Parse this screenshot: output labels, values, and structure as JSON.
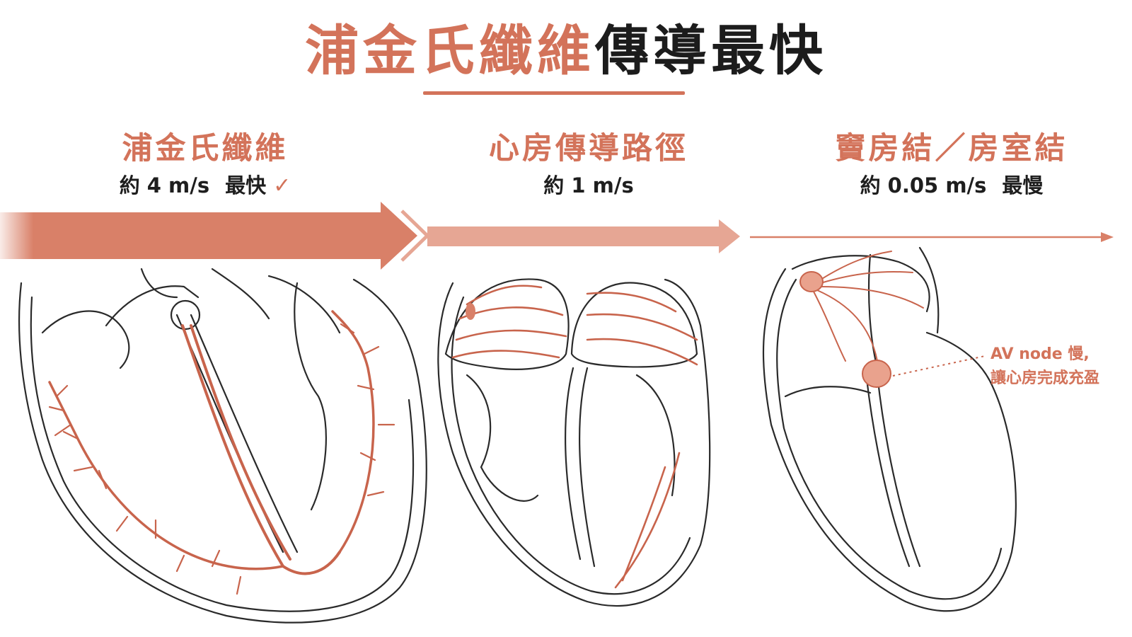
{
  "title": {
    "accent": "浦金氏纖維",
    "dark": "傳導最快"
  },
  "panels": [
    {
      "name": "浦金氏纖維",
      "speed": "約 4 m/s",
      "tag": "最快",
      "check": "✓"
    },
    {
      "name": "心房傳導路徑",
      "speed": "約 1 m/s"
    },
    {
      "name": "竇房結／房室結",
      "speed": "約 0.05 m/s",
      "tag": "最慢"
    }
  ],
  "annotation": {
    "line1": "AV node 慢,",
    "line2": "讓心房完成充盈"
  },
  "colors": {
    "accent": "#d3735a",
    "arrow_thick": "#d98068",
    "arrow_medium": "#e6a694",
    "outline": "#2a2a2a"
  }
}
